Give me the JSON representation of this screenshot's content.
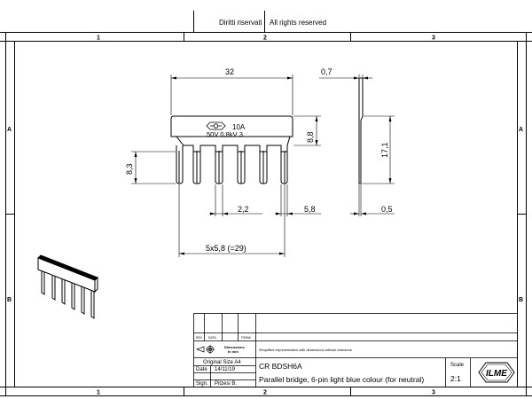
{
  "header": {
    "rights_it": "Diritti riservati",
    "rights_en": "All rights reserved"
  },
  "zones": {
    "columns": [
      "1",
      "2",
      "3"
    ],
    "rows": [
      "A",
      "B"
    ]
  },
  "part_marking": {
    "current": "10A",
    "ratings": "50V  0,8kV  3"
  },
  "dimensions": {
    "width": "32",
    "body_height": "8,8",
    "pin_length": "8,3",
    "pin_width": "2,2",
    "pin_gap": "5,8",
    "pitch_total": "5x5,8  (=29)",
    "thickness_top": "0,7",
    "total_height": "17,1",
    "pin_thickness": "0,5"
  },
  "title_block": {
    "rev_label": "REV",
    "date_label": "DATA",
    "sign_label": "FIRMA",
    "dimensions_label": "Dimensions",
    "units_label": "In mm",
    "note": "Simplified representation with dimensions without tolerance",
    "original_size": "Original Size A4",
    "date_field_label": "Date",
    "date_value": "14/11/19",
    "sign_field_label": "Sign.",
    "sign_value": "Pitzesi B.",
    "code": "CR BDSH6A",
    "description": "Parallel bridge, 6-pin light blue colour (for neutral)",
    "scale_label": "Scale",
    "scale_value": "2:1",
    "logo_text": "ILME"
  }
}
